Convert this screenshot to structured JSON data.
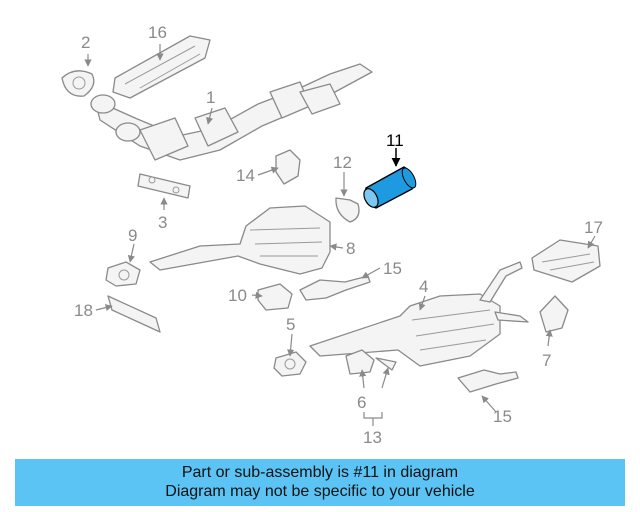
{
  "diagram": {
    "highlight_color": "#1e9be0",
    "callouts": {
      "c1": "1",
      "c2": "2",
      "c3": "3",
      "c4": "4",
      "c5": "5",
      "c6": "6",
      "c7": "7",
      "c8": "8",
      "c9": "9",
      "c10": "10",
      "c11": "11",
      "c12": "12",
      "c13": "13",
      "c14": "14",
      "c15a": "15",
      "c15b": "15",
      "c16": "16",
      "c17": "17",
      "c18": "18"
    }
  },
  "banner": {
    "line1": "Part or sub-assembly is #11 in diagram",
    "line2": "Diagram may not be specific to your vehicle",
    "background": "#5bc4f5"
  }
}
